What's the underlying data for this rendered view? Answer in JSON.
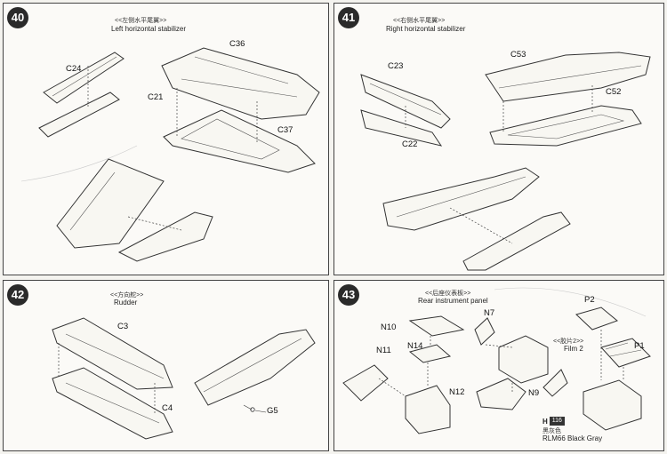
{
  "steps": [
    {
      "number": "40",
      "title_cn": "<<左侧水平尾翼>>",
      "title_en": "Left horizontal stabilizer",
      "labels": [
        "C36",
        "C24",
        "C21",
        "C37"
      ]
    },
    {
      "number": "41",
      "title_cn": "<<右侧水平尾翼>>",
      "title_en": "Right horizontal stabilizer",
      "labels": [
        "C23",
        "C53",
        "C52",
        "C22"
      ]
    },
    {
      "number": "42",
      "title_cn": "<<方向舵>>",
      "title_en": "Rudder",
      "labels": [
        "C3",
        "C4",
        "G5"
      ]
    },
    {
      "number": "43",
      "title_cn": "<<后座仪表板>>",
      "title_en": "Rear instrument panel",
      "labels": [
        "N10",
        "N7",
        "P2",
        "N14",
        "N11",
        "N12",
        "N9",
        "P1"
      ],
      "film_cn": "<<胶片2>>",
      "film_en": "Film 2",
      "color": {
        "code": "H",
        "number": "116",
        "name_cn": "黑灰色",
        "name_en": "RLM66 Black Gray"
      }
    }
  ],
  "colors": {
    "ink": "#222222",
    "paper": "#fbfaf7",
    "badge": "#2a2a2a"
  }
}
